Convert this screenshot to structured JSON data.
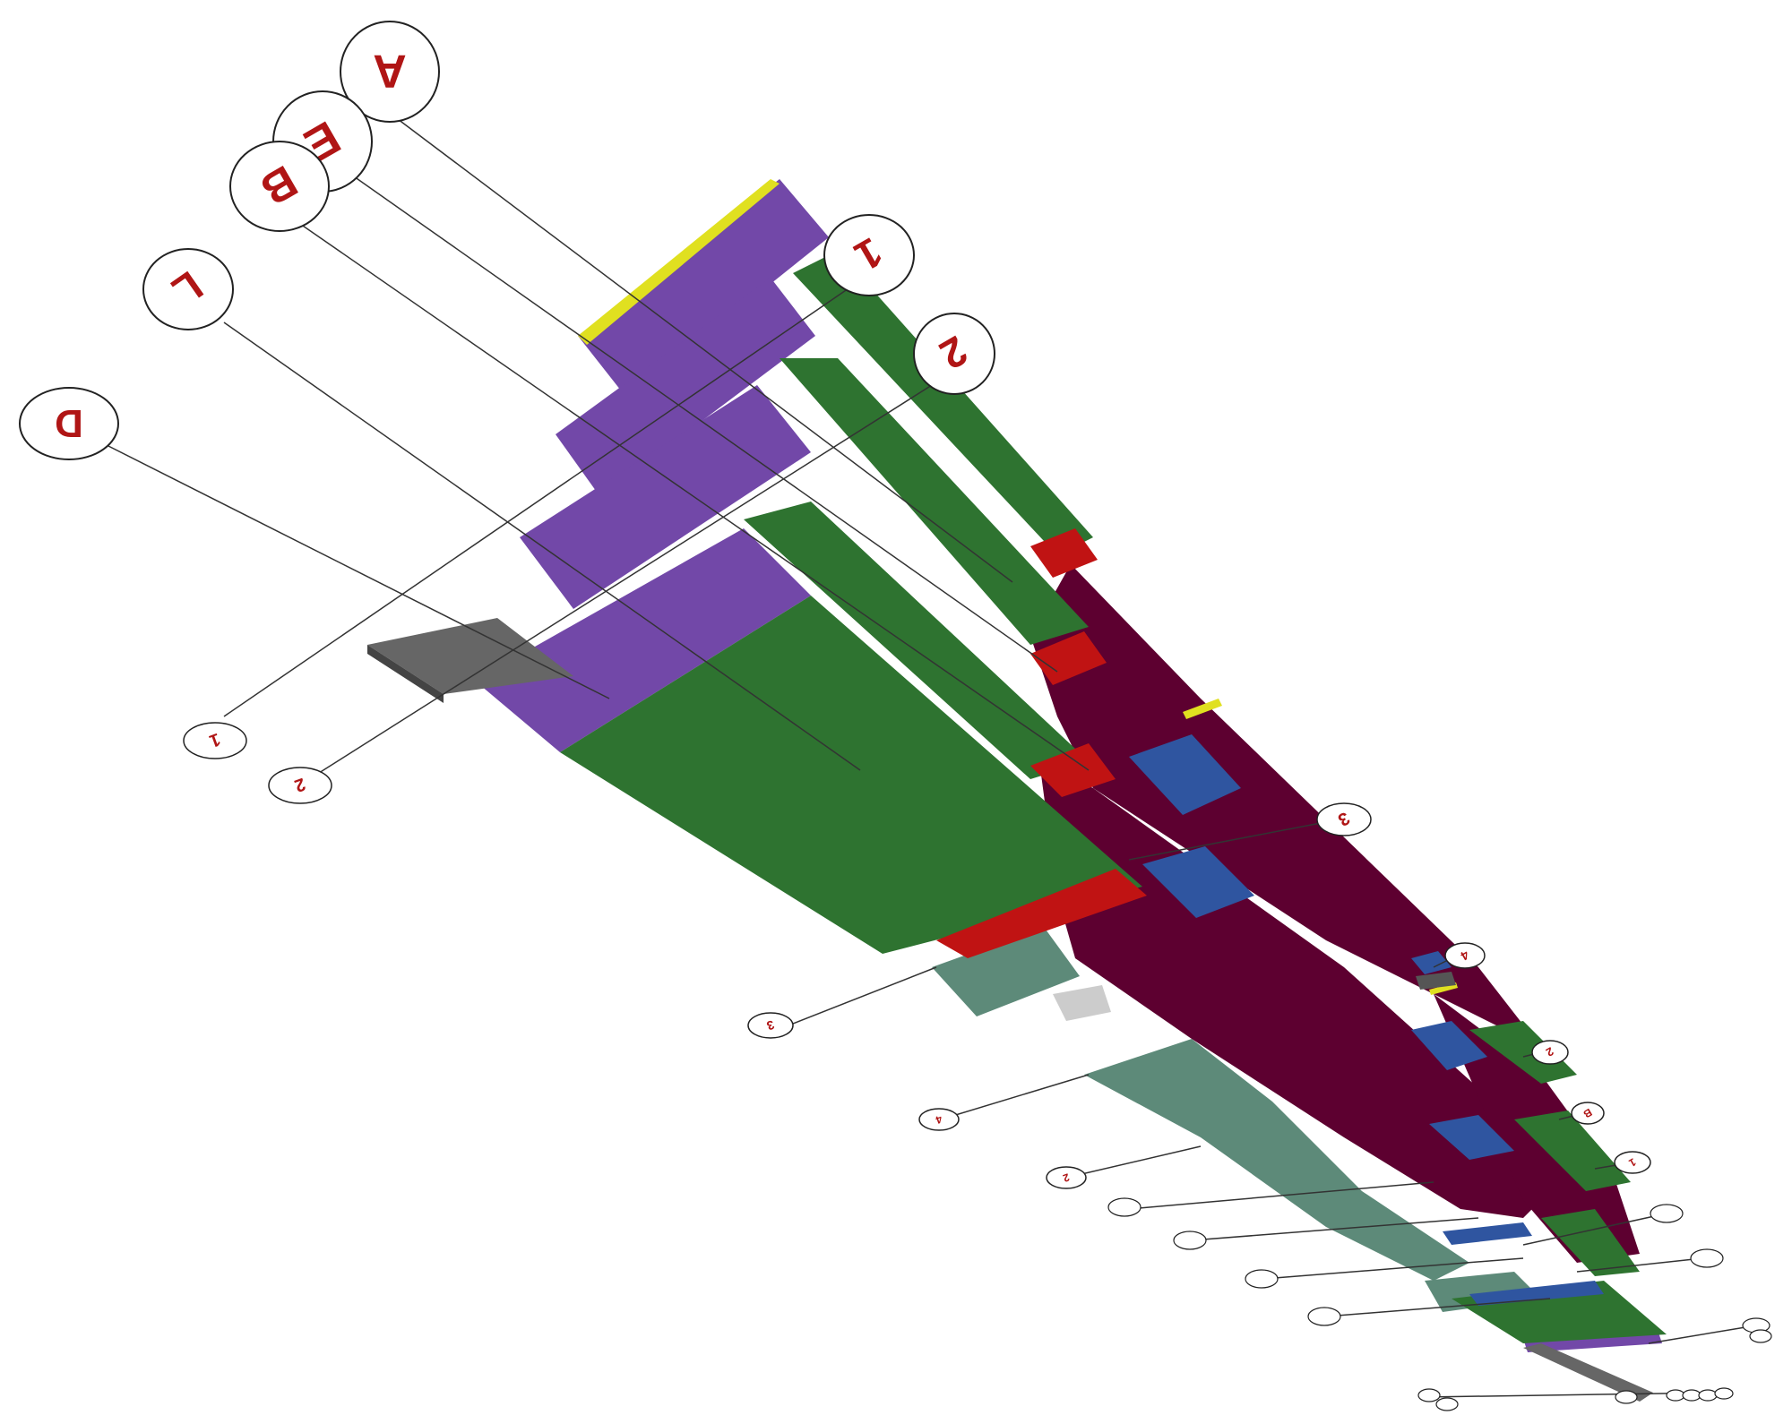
{
  "big_tags": [
    {
      "id": "tag-A",
      "text": "A"
    },
    {
      "id": "tag-E",
      "text": "E"
    },
    {
      "id": "tag-B",
      "text": "B"
    },
    {
      "id": "tag-L",
      "text": "L"
    },
    {
      "id": "tag-D",
      "text": "D"
    },
    {
      "id": "tag-1",
      "text": "1"
    },
    {
      "id": "tag-2",
      "text": "2"
    }
  ],
  "small_tags": [
    {
      "id": "s-1-left",
      "text": "1"
    },
    {
      "id": "s-2-left",
      "text": "2"
    },
    {
      "id": "s-3-mid",
      "text": "3"
    },
    {
      "id": "s-3-bottom",
      "text": "3"
    },
    {
      "id": "s-4-right",
      "text": "4"
    },
    {
      "id": "s-4-bottom",
      "text": "4"
    },
    {
      "id": "s-2-bottom",
      "text": "2"
    },
    {
      "id": "s-2-right",
      "text": "2"
    },
    {
      "id": "s-B-right",
      "text": "B"
    },
    {
      "id": "s-1-right",
      "text": "1"
    }
  ],
  "colors": {
    "purple": "#7248a8",
    "green": "#2e7330",
    "maroon": "#5d0030",
    "red": "#c01313",
    "blue": "#2f55a0",
    "yellow": "#e0e020",
    "teal": "#5d8a79",
    "gray": "#777777",
    "label_red": "#b01515"
  }
}
